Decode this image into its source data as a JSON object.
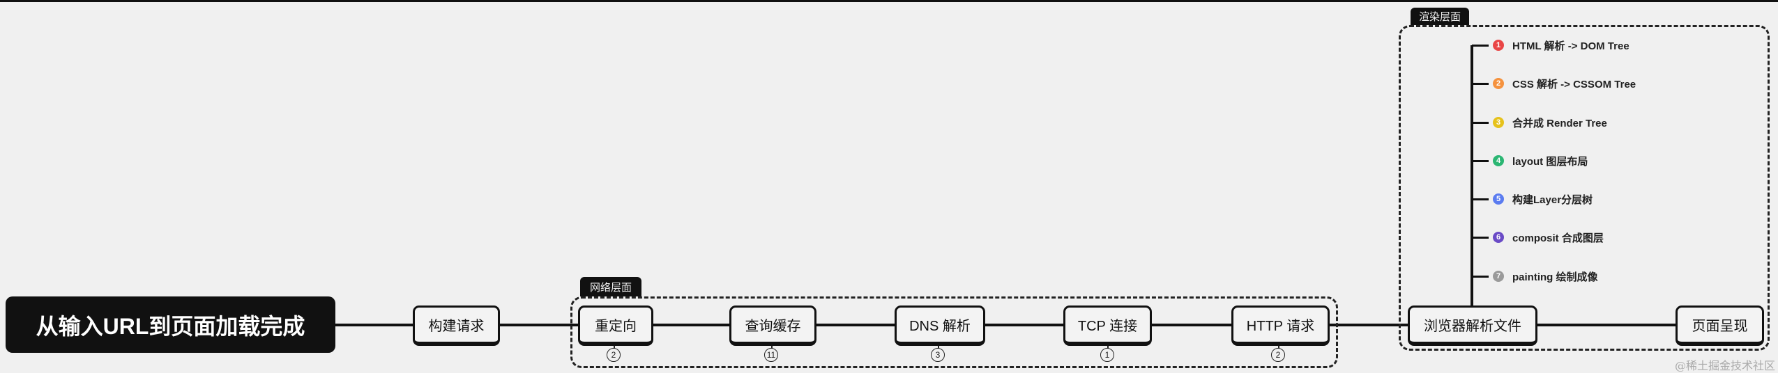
{
  "title": "从输入URL到页面加载完成",
  "nodes": {
    "build_request": "构建请求",
    "redirect": "重定向",
    "query_cache": "查询缓存",
    "dns": "DNS 解析",
    "tcp": "TCP 连接",
    "http": "HTTP 请求",
    "parse": "浏览器解析文件",
    "render": "页面呈现"
  },
  "network_group": {
    "label": "网络层面",
    "badges": [
      "2",
      "11",
      "3",
      "1",
      "2"
    ]
  },
  "render_group": {
    "label": "渲染层面",
    "items": [
      {
        "num": "1",
        "text": "HTML 解析 -> DOM Tree",
        "color": "#e94545"
      },
      {
        "num": "2",
        "text": "CSS 解析 -> CSSOM Tree",
        "color": "#f5923e"
      },
      {
        "num": "3",
        "text": "合并成 Render Tree",
        "color": "#e6c21c"
      },
      {
        "num": "4",
        "text": "layout 图层布局",
        "color": "#2bb673"
      },
      {
        "num": "5",
        "text": "构建Layer分层树",
        "color": "#5b7cf0"
      },
      {
        "num": "6",
        "text": "composit 合成图层",
        "color": "#6a4bc6"
      },
      {
        "num": "7",
        "text": "painting 绘制成像",
        "color": "#9a9a9a"
      }
    ]
  },
  "watermark": "@稀土掘金技术社区"
}
